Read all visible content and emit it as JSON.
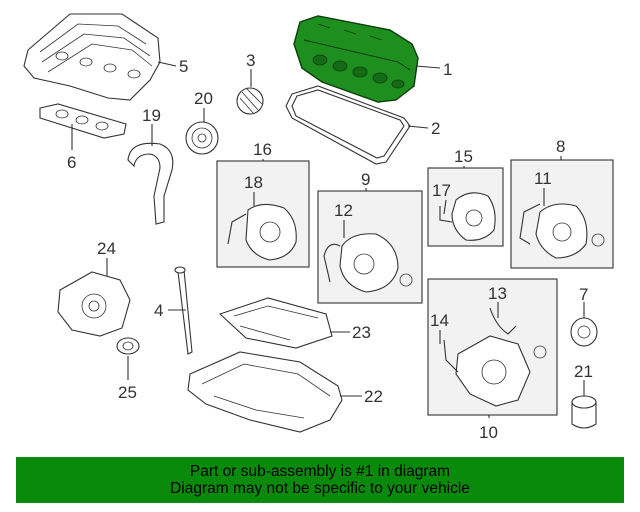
{
  "callouts": {
    "c1": "1",
    "c2": "2",
    "c3": "3",
    "c4": "4",
    "c5": "5",
    "c6": "6",
    "c7": "7",
    "c8": "8",
    "c9": "9",
    "c10": "10",
    "c11": "11",
    "c12": "12",
    "c13": "13",
    "c14": "14",
    "c15": "15",
    "c16": "16",
    "c17": "17",
    "c18": "18",
    "c19": "19",
    "c20": "20",
    "c21": "21",
    "c22": "22",
    "c23": "23",
    "c24": "24",
    "c25": "25"
  },
  "highlight": {
    "callout": "1",
    "color": "#1e8f1e"
  },
  "notice": {
    "line1": "Part or sub-assembly is #1 in diagram",
    "line2": "Diagram may not be specific to your vehicle",
    "background": "#0a8a0a"
  }
}
